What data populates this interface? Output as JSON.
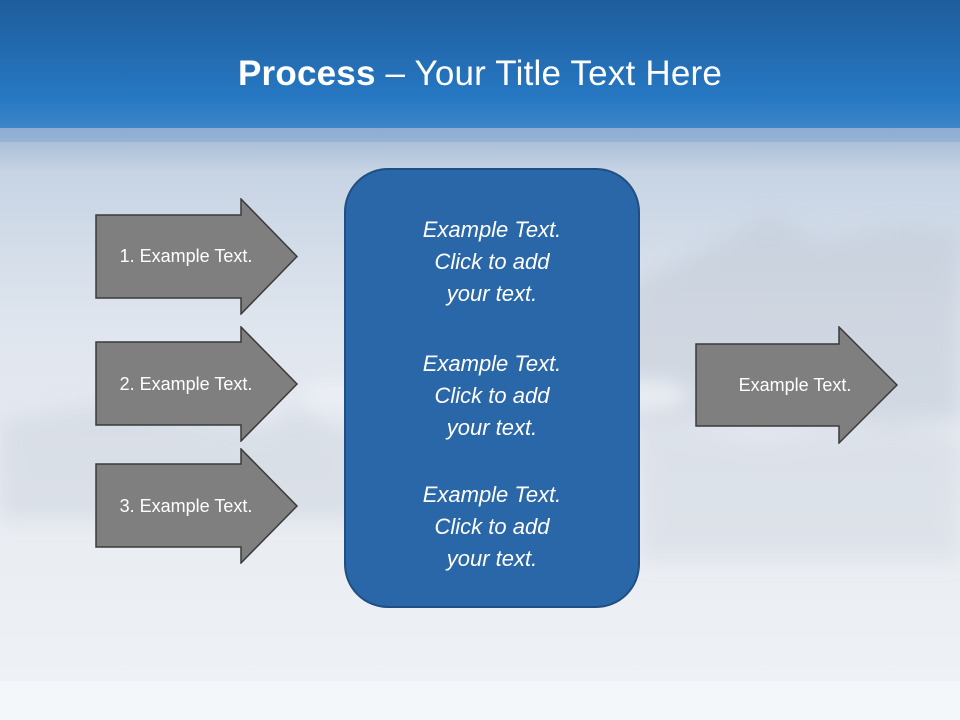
{
  "slide": {
    "title_bold": "Process",
    "title_dash": " – ",
    "title_rest": "Your Title Text Here"
  },
  "left_arrows": [
    {
      "label": "1. Example Text."
    },
    {
      "label": "2. Example Text."
    },
    {
      "label": "3. Example Text."
    }
  ],
  "center": {
    "blocks": [
      {
        "line1": "Example Text.",
        "line2": "Click  to add",
        "line3": "your text."
      },
      {
        "line1": "Example Text.",
        "line2": "Click  to add",
        "line3": "your text."
      },
      {
        "line1": "Example Text.",
        "line2": "Click  to add",
        "line3": "your text."
      }
    ]
  },
  "right_arrow": {
    "label": "Example Text."
  },
  "colors": {
    "title_band": "#2470b8",
    "center_box": "#2a67a8",
    "arrow_fill": "#7f7f7f",
    "arrow_stroke": "#3a3a3a"
  }
}
